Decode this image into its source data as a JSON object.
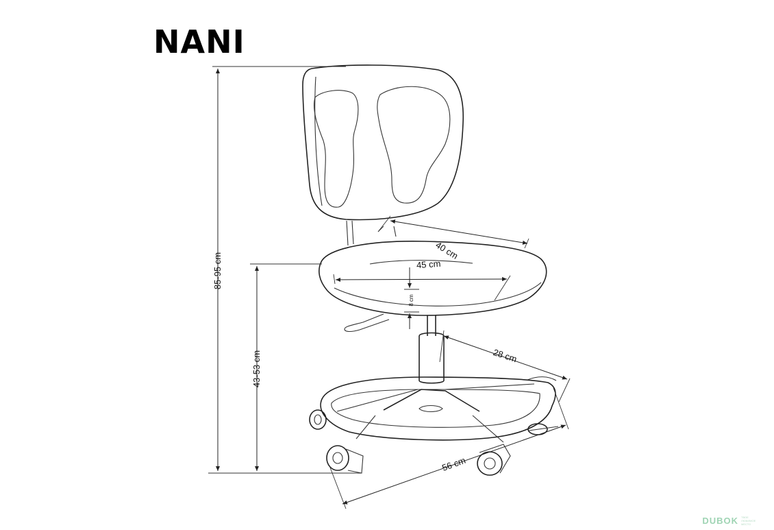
{
  "title": "NANI",
  "dimensions": {
    "total_height": "85-95 cm",
    "seat_height": "43-53 cm",
    "seat_depth": "40 cm",
    "seat_width": "45 cm",
    "seat_thickness": "8 cm",
    "footrest_radius": "28 cm",
    "base_diameter": "56 cm"
  },
  "watermark": {
    "brand": "DUBOK",
    "tagline": "ТВОЕ ЛЮБИМОЕ МЕСТО"
  },
  "colors": {
    "line": "#222222",
    "background": "#ffffff",
    "watermark": "#9fd4b4"
  }
}
